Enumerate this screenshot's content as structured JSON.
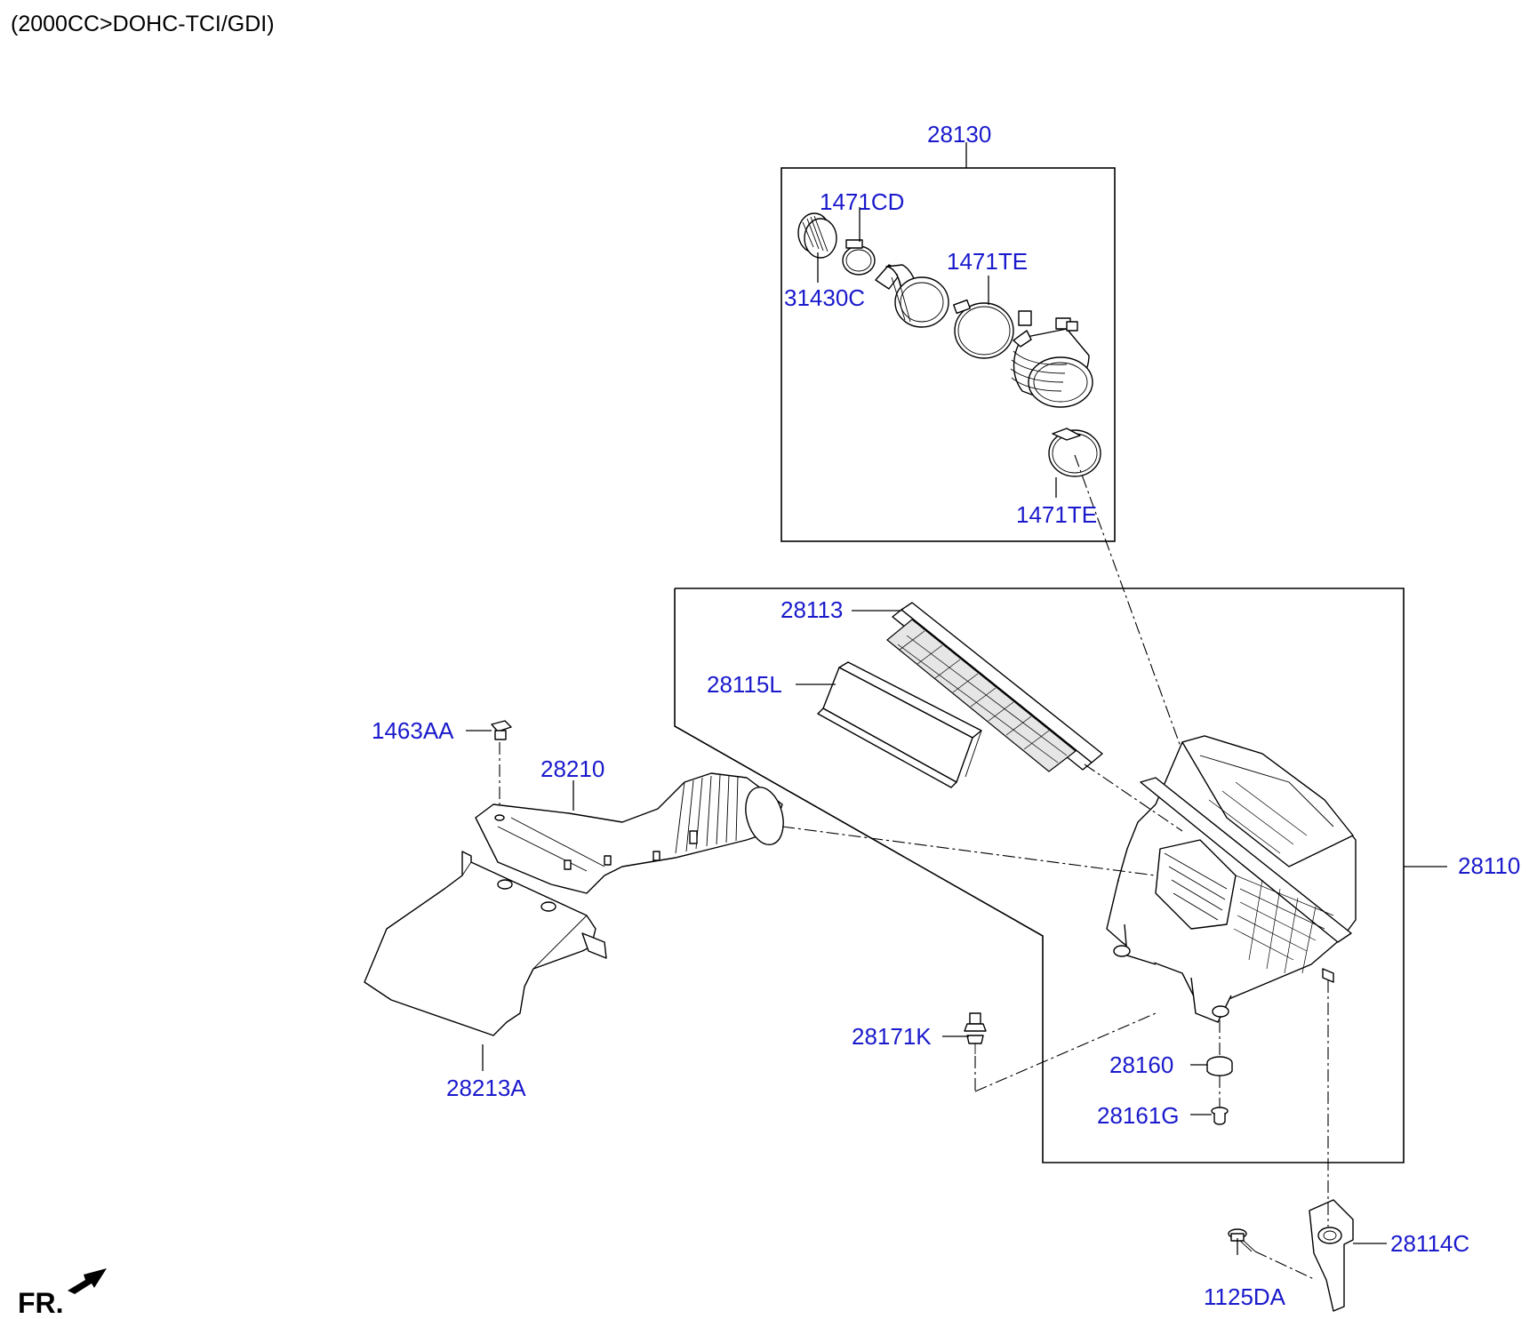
{
  "header": {
    "title": "(2000CC>DOHC-TCI/GDI)"
  },
  "orientation": {
    "label": "FR."
  },
  "parts": {
    "p28130": "28130",
    "p1471CD": "1471CD",
    "p31430C": "31430C",
    "p1471TE_a": "1471TE",
    "p1471TE_b": "1471TE",
    "p28113": "28113",
    "p28115L": "28115L",
    "p1463AA": "1463AA",
    "p28210": "28210",
    "p28110": "28110",
    "p28213A": "28213A",
    "p28171K": "28171K",
    "p28160": "28160",
    "p28161G": "28161G",
    "p28114C": "28114C",
    "p1125DA": "1125DA"
  },
  "colors": {
    "label": "#1a1acc",
    "line": "#000000"
  }
}
